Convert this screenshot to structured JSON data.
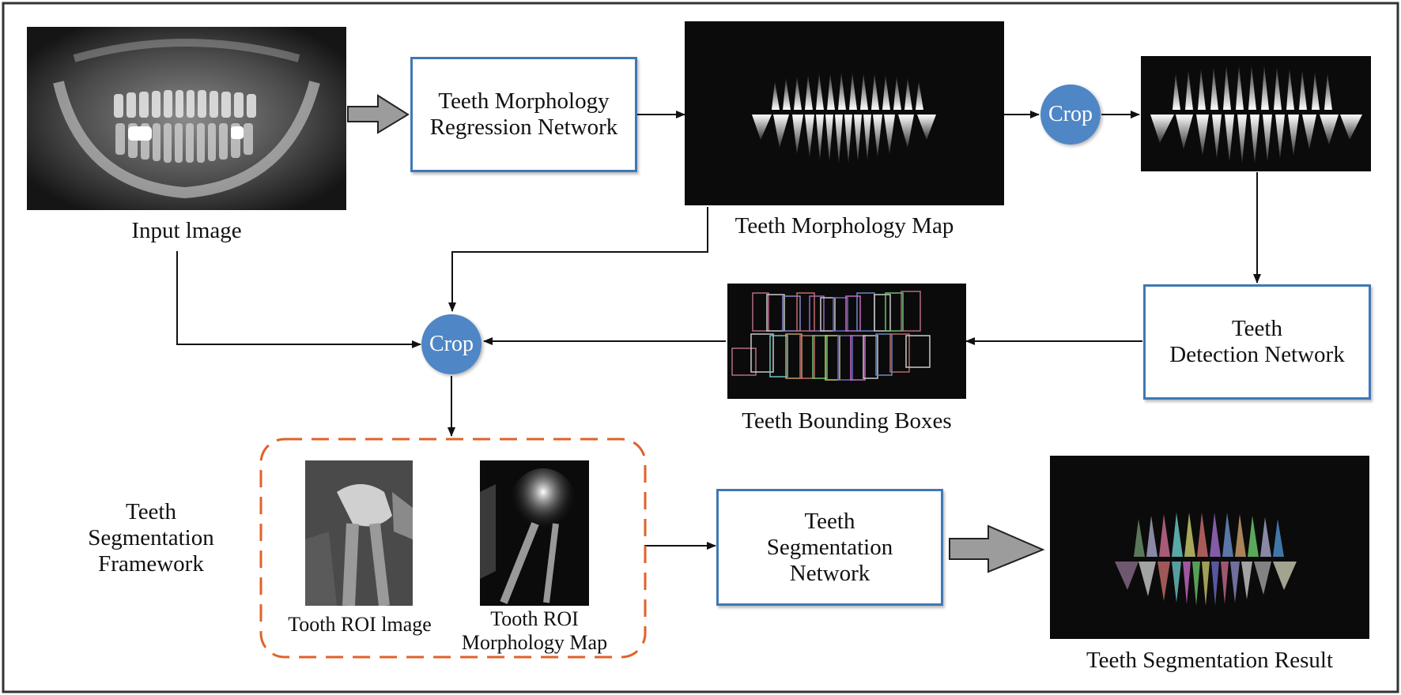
{
  "captions": {
    "input_image": "Input lmage",
    "morphology_map": "Teeth Morphology Map",
    "bounding_boxes": "Teeth Bounding Boxes",
    "framework": [
      "Teeth",
      "Segmentation",
      "Framework"
    ],
    "roi_image": "Tooth ROI lmage",
    "roi_map": [
      "Tooth ROI",
      "Morphology Map"
    ],
    "segmentation_result": "Teeth Segmentation Result"
  },
  "boxes": {
    "regression": [
      "Teeth Morphology",
      "Regression Network"
    ],
    "detection": [
      "Teeth",
      "Detection Network"
    ],
    "segmentation": [
      "Teeth",
      "Segmentation",
      "Network"
    ]
  },
  "nodes": {
    "crop_top": "Crop",
    "crop_middle": "Crop"
  },
  "colors": {
    "box_border": "#3f78b5",
    "node_fill": "#4f86c6",
    "dashed_border": "#e0622a",
    "frame": "#333333"
  }
}
